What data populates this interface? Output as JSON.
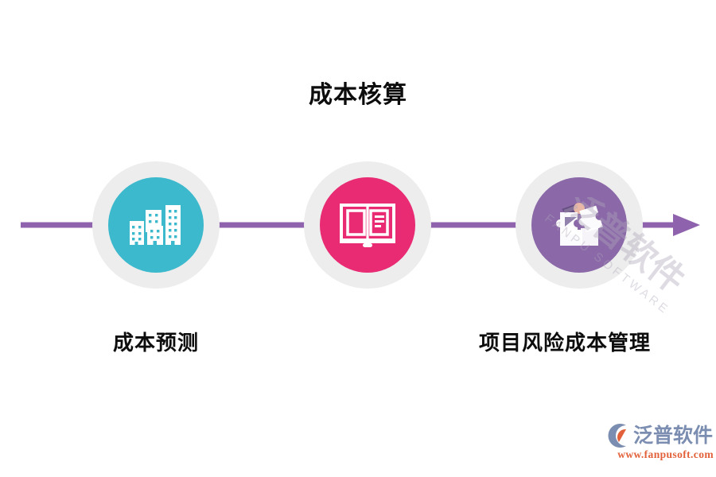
{
  "page": {
    "title": "成本核算",
    "background_color": "#ffffff"
  },
  "timeline": {
    "line_color": "#8e62ac",
    "arrow_direction": "right",
    "halo_color": "#ededed",
    "nodes": [
      {
        "id": "cost-forecast",
        "icon": "buildings-icon",
        "circle_color": "#3cb9cc",
        "label": "成本预测"
      },
      {
        "id": "cost-accounting",
        "icon": "open-book-icon",
        "circle_color": "#e82b73",
        "label": ""
      },
      {
        "id": "project-risk-cost-management",
        "icon": "puzzle-pieces-icon",
        "circle_color": "#8b69a8",
        "label": "项目风险成本管理"
      }
    ]
  },
  "captions": {
    "left": "成本预测",
    "right": "项目风险成本管理"
  },
  "watermark": {
    "text_cn": "泛普软件",
    "text_en": "FANPU SOFTWARE"
  },
  "brand": {
    "name": "泛普软件",
    "url": "www.fanpusoft.com",
    "name_color": "#7b8db0",
    "url_color": "#e2613a",
    "mark": "fanpu-swoosh-logo-icon"
  }
}
